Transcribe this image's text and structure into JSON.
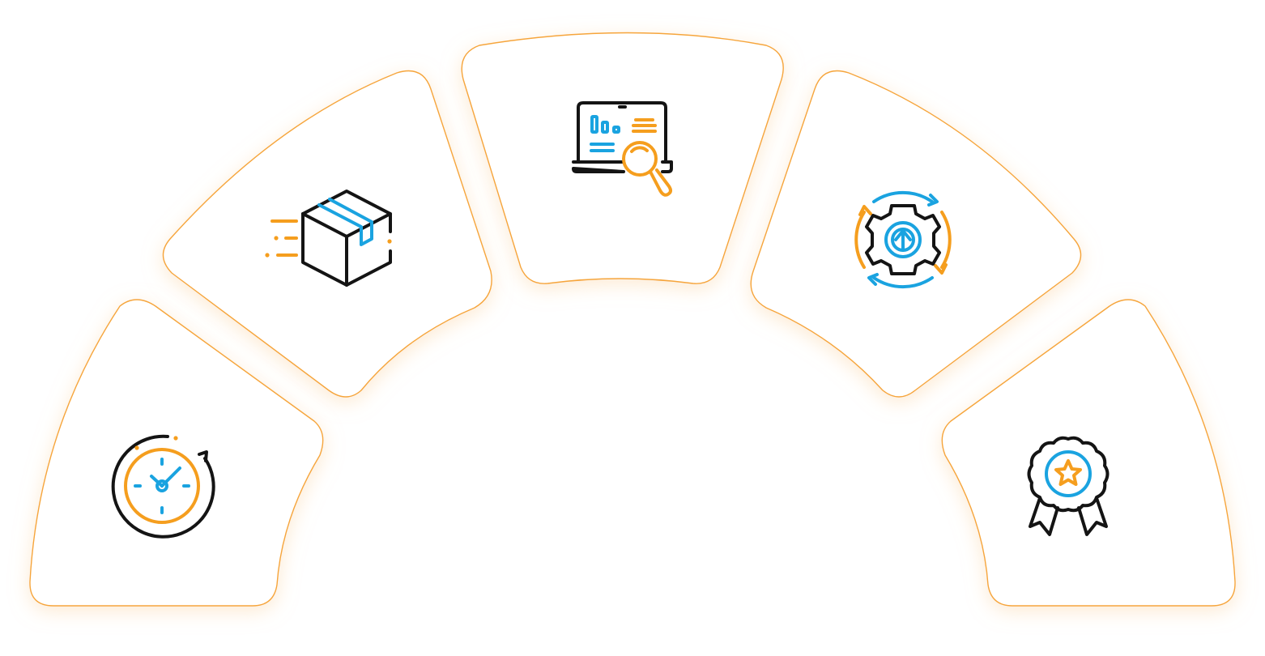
{
  "colors": {
    "outline": "#F6A53A",
    "glow": "#FBD9AE",
    "icon_dark": "#141414",
    "icon_blue": "#1AA3E0",
    "icon_orange": "#F59E1E"
  },
  "segments": [
    {
      "id": "segment-clock",
      "icon": "clock-refresh-icon"
    },
    {
      "id": "segment-delivery",
      "icon": "delivery-box-icon"
    },
    {
      "id": "segment-analytics",
      "icon": "laptop-analytics-search-icon"
    },
    {
      "id": "segment-process",
      "icon": "gear-cycle-upgrade-icon"
    },
    {
      "id": "segment-quality",
      "icon": "award-badge-star-icon"
    }
  ]
}
